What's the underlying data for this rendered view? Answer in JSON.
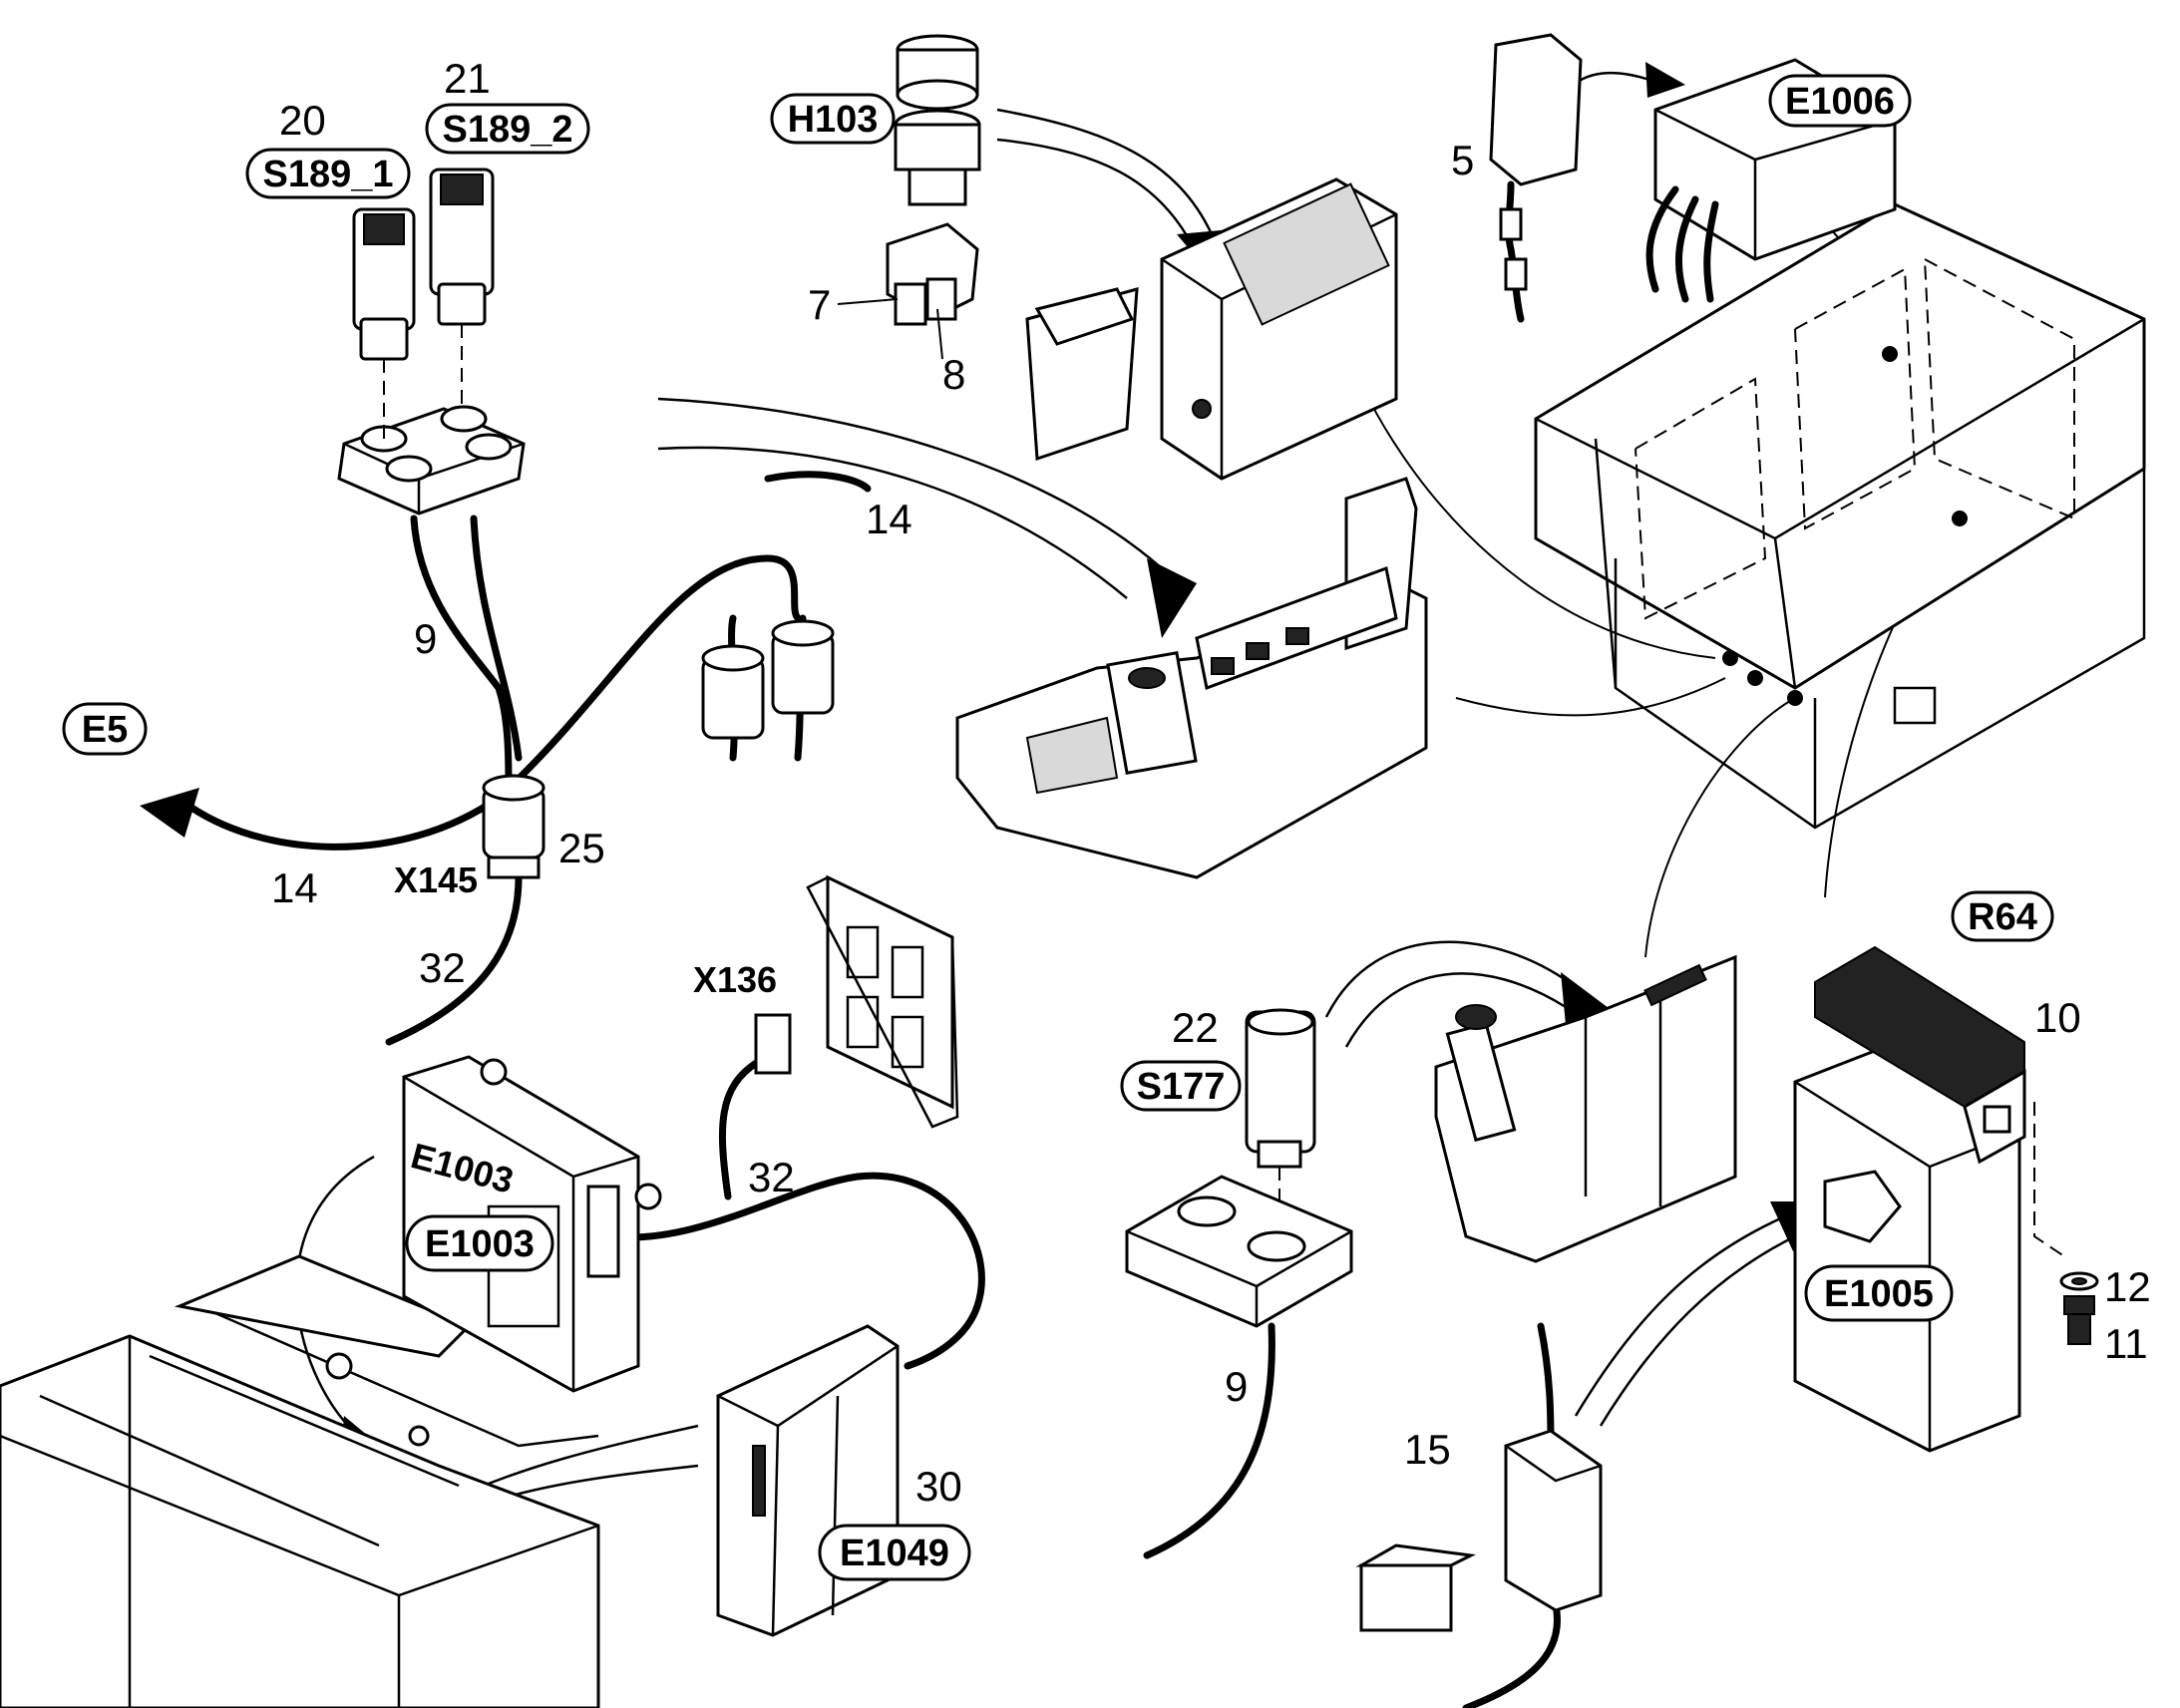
{
  "tags": {
    "h103": "H103",
    "e1006": "E1006",
    "s189_1": "S189_1",
    "s189_2": "S189_2",
    "e5": "E5",
    "x145": "X145",
    "x136": "X136",
    "e1003_tag": "E1003",
    "e1003_stamp": "E1003",
    "s177": "S177",
    "r64": "R64",
    "e1005": "E1005",
    "e1049": "E1049"
  },
  "item_numbers": {
    "n5": "5",
    "n7": "7",
    "n8": "8",
    "n9_left": "9",
    "n9_right": "9",
    "n10": "10",
    "n11": "11",
    "n12": "12",
    "n14_top": "14",
    "n14_left": "14",
    "n15": "15",
    "n20": "20",
    "n21": "21",
    "n22": "22",
    "n25": "25",
    "n30": "30",
    "n32_left": "32",
    "n32_mid": "32"
  }
}
